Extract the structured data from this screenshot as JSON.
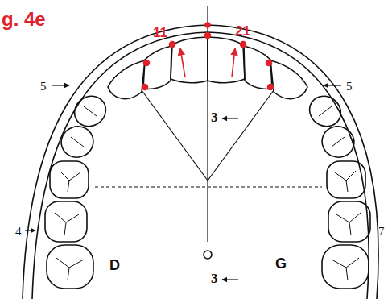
{
  "diagram": {
    "labels": [
      "g. 4e",
      "11",
      "21",
      "5",
      "5",
      "3",
      "4",
      "D",
      "3",
      "G",
      "7"
    ]
  }
}
